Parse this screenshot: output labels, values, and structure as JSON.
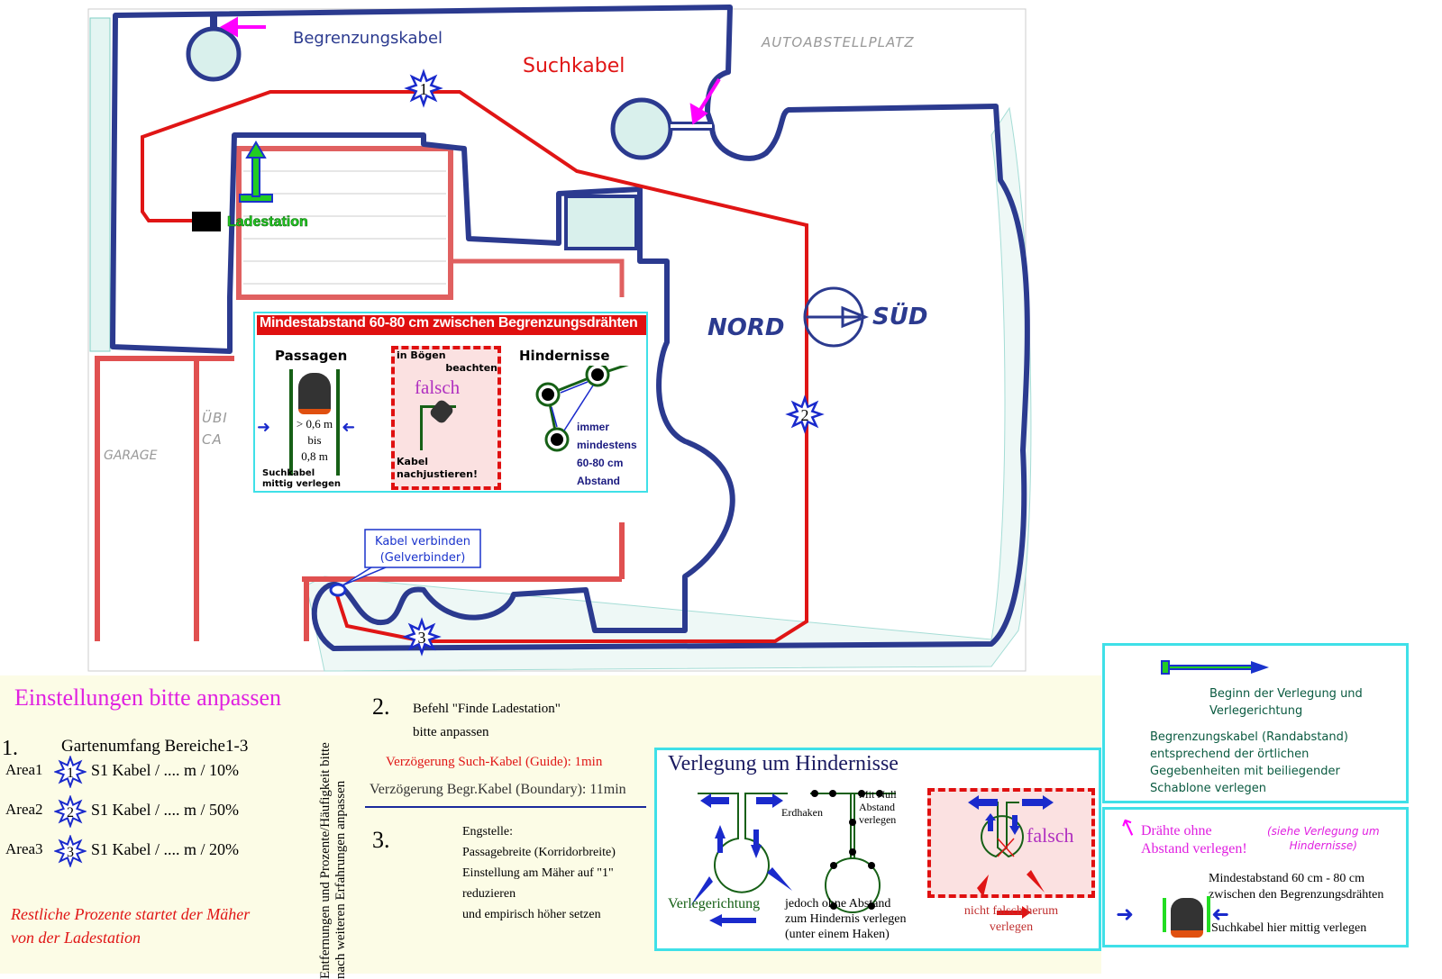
{
  "map": {
    "boundary_label": "Begrenzungskabel",
    "guide_label": "Suchkabel",
    "station_label": "Ladestation",
    "parking_label": "AUTOABSTELLPLATZ",
    "garage_label": "GARAGE",
    "carport_label": "ÜBI CA",
    "north_label": "NORD",
    "south_label": "SÜD",
    "connector_callout": [
      "Kabel verbinden",
      "(Gelverbinder)"
    ],
    "area_markers": [
      "1",
      "2",
      "3"
    ],
    "colors": {
      "boundary": "#2b3a8f",
      "guide": "#e01515",
      "station": "#1fc41f",
      "accent": "#ff00ff"
    }
  },
  "info_panel": {
    "header": "Mindestabstand 60-80 cm zwischen Begrenzungsdrähten",
    "passagen": {
      "title": "Passagen",
      "measure": [
        "> 0,6 m",
        "bis",
        "0,8 m"
      ],
      "note": [
        "Suchkabel",
        "mittig verlegen"
      ]
    },
    "boegen": {
      "title": [
        "in Bögen",
        "beachten"
      ],
      "wrong": "falsch",
      "note": [
        "Kabel",
        "nachjustieren!"
      ]
    },
    "hindernisse": {
      "title": "Hindernisse",
      "note": [
        "immer",
        "mindestens",
        "60-80 cm",
        "Abstand"
      ]
    }
  },
  "settings": {
    "title": "Einstellungen bitte anpassen",
    "step1": {
      "num": "1.",
      "title": "Gartenumfang Bereiche1-3",
      "areas": [
        {
          "label": "Area1",
          "marker": "1",
          "text": "S1 Kabel / .... m / 10%"
        },
        {
          "label": "Area2",
          "marker": "2",
          "text": "S1 Kabel / .... m / 50%"
        },
        {
          "label": "Area3",
          "marker": "3",
          "text": "S1 Kabel / .... m / 20%"
        }
      ],
      "remark": [
        "Restliche Prozente  startet der Mäher",
        "von der Ladestation"
      ]
    },
    "vertical_note": [
      "Entfernungen und Prozente/Häufigkeit bitte",
      "nach weiteren Erfahrungen anpassen"
    ],
    "step2": {
      "num": "2.",
      "lines": [
        "Befehl \"Finde Ladestation\"",
        "bitte anpassen"
      ],
      "guide_delay": "Verzögerung Such-Kabel (Guide): 1min",
      "boundary_delay": "Verzögerung Begr.Kabel (Boundary): 11min"
    },
    "step3": {
      "num": "3.",
      "lines": [
        "Engstelle:",
        "Passagebreite (Korridorbreite)",
        "Einstellung am Mäher auf \"1\"",
        "reduzieren",
        "und empirisch höher setzen"
      ]
    }
  },
  "obstacles": {
    "title": "Verlegung um Hindernisse",
    "direction": "Verlegerichtung",
    "hooks": "Erdhaken",
    "zero": [
      "Mit Null",
      "Abstand",
      "verlegen"
    ],
    "note": [
      "jedoch ohne Abstand",
      "zum Hindernis verlegen",
      "(unter einem Haken)"
    ],
    "wrong": "falsch",
    "wrong_note": [
      "nicht falsch herum",
      "verlegen"
    ]
  },
  "legend": {
    "start": [
      "Beginn der Verlegung und",
      "Verlegerichtung"
    ],
    "boundary": [
      "Begrenzungskabel (Randabstand)",
      "entsprechend der örtlichen",
      "Gegebenheiten mit beiliegender",
      "Schablone verlegen"
    ],
    "no_gap": [
      "Drähte ohne",
      "Abstand verlegen!"
    ],
    "see": [
      "(siehe Verlegung um",
      "Hindernisse)"
    ],
    "min_dist": [
      "Mindestabstand 60 cm - 80 cm",
      "zwischen den Begrenzungsdrähten"
    ],
    "center": "Suchkabel hier mittig verlegen"
  }
}
